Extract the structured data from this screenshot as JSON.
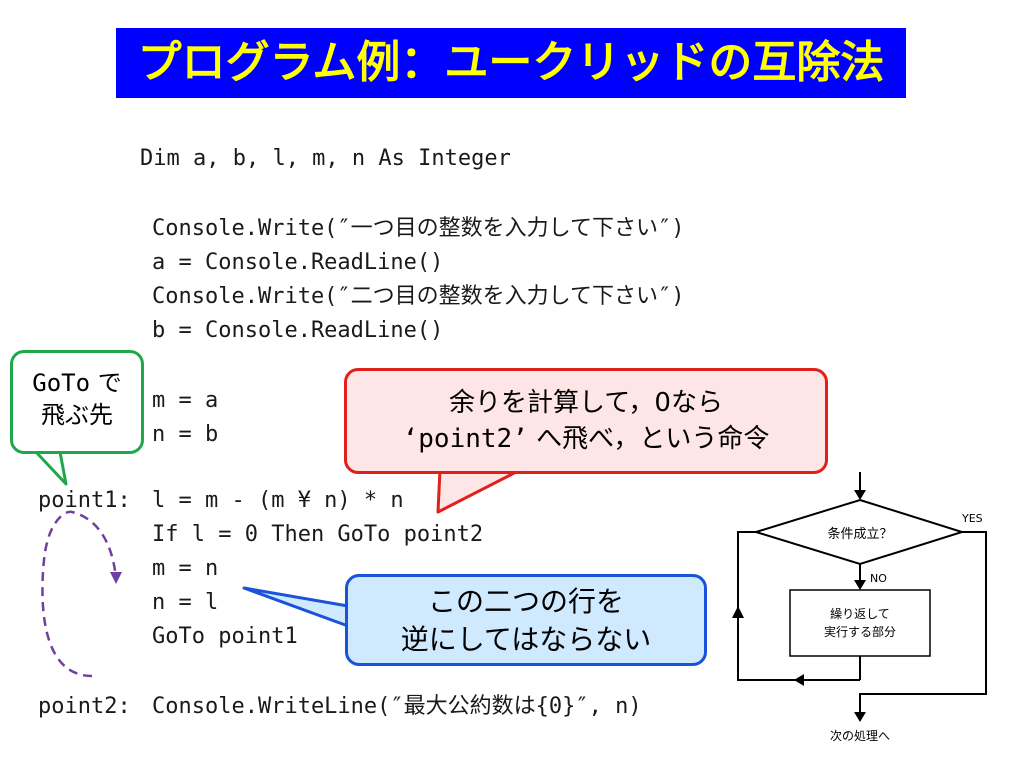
{
  "slide": {
    "title": "プログラム例：ユークリッドの互除法"
  },
  "code": {
    "dim": "Dim a, b, l, m, n As Integer",
    "write1": "Console.Write(″一つ目の整数を入力して下さい″)",
    "read1": "a = Console.ReadLine()",
    "write2": "Console.Write(″二つ目の整数を入力して下さい″)",
    "read2": "b = Console.ReadLine()",
    "assign_m": "m = a",
    "assign_n": "n = b",
    "label_point1": "point1:",
    "mod_line": "l = m - (m ¥ n) * n",
    "if_line": "If l = 0 Then GoTo point2",
    "m_eq_n": "m = n",
    "n_eq_l": "n = l",
    "goto_point1": "GoTo point1",
    "label_point2": "point2:",
    "writeline": "Console.WriteLine(″最大公約数は{0}″, n)"
  },
  "callouts": {
    "goto_target": {
      "line1_code": "GoTo",
      "line1_text": " で",
      "line2": "飛ぶ先",
      "border_color": "#1fa84a"
    },
    "remainder": {
      "line1": "余りを計算して，0なら",
      "line2_code": "‘point2’",
      "line2_text": " へ飛べ，という命令",
      "border_color": "#e0201a",
      "fill_color": "#ffe6e6"
    },
    "swap_warning": {
      "line1": "この二つの行を",
      "line2": "逆にしてはならない",
      "border_color": "#1a52d8",
      "fill_color": "#cfe9ff"
    }
  },
  "flowchart": {
    "condition": "条件成立？",
    "yes_label": "YES",
    "no_label": "NO",
    "process_line1": "繰り返して",
    "process_line2": "実行する部分",
    "next_label": "次の処理へ"
  },
  "colors": {
    "title_bg": "#0000ff",
    "title_text": "#ffff00",
    "loop_arrow": "#7040a0"
  }
}
